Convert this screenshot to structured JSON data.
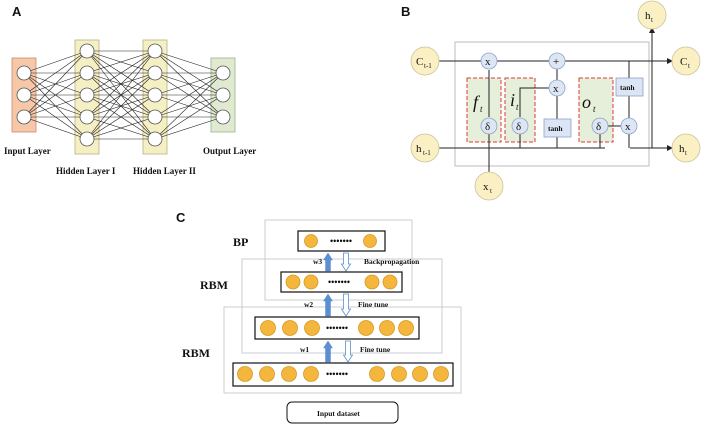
{
  "panels": {
    "a": "A",
    "b": "B",
    "c": "C"
  },
  "mlp": {
    "input_label": "Input Layer",
    "hidden1_label": "Hidden Layer I",
    "hidden2_label": "Hidden Layer II",
    "output_label": "Output Layer",
    "layer_sizes": [
      3,
      5,
      5,
      3
    ],
    "colors": {
      "input": "#f6c7a8",
      "hidden": "#f5f0c4",
      "output": "#dfead0",
      "node": "#ffffff"
    }
  },
  "lstm": {
    "c_prev": "C",
    "c_prev_sub": "t-1",
    "c_next": "C",
    "c_next_sub": "t",
    "h_prev": "h",
    "h_prev_sub": "t-1",
    "h_out_top": "h",
    "h_out_top_sub": "t",
    "h_out_right": "h",
    "h_out_right_sub": "t",
    "x_in": "x",
    "x_in_sub": "t",
    "mult": "x",
    "plus": "+",
    "sigma": "δ",
    "tanh": "tanh",
    "forget_gate": "f",
    "forget_gate_sub": "t",
    "input_gate": "i",
    "input_gate_sub": "t",
    "output_gate": "o",
    "output_gate_sub": "t",
    "colors": {
      "state_node": "#fbf0c4",
      "op_node": "#dde6f4",
      "tanh_box": "#dbe5f5",
      "gate_fill": "#e6efd9",
      "gate_border": "#e03a3a"
    }
  },
  "dbn": {
    "bp_label": "BP",
    "rbm1_label": "RBM",
    "rbm2_label": "RBM",
    "w3": "w3",
    "w2": "w2",
    "w1": "w1",
    "backprop_label": "Backpropagation",
    "finetune1_label": "Fine tune",
    "finetune2_label": "Fine tune",
    "dots": "•••••••",
    "input_dataset": "Input dataset",
    "colors": {
      "unit": "#f4b63c",
      "unit_stroke": "#d59a20",
      "arrow_up": "#5b8fcf"
    }
  }
}
